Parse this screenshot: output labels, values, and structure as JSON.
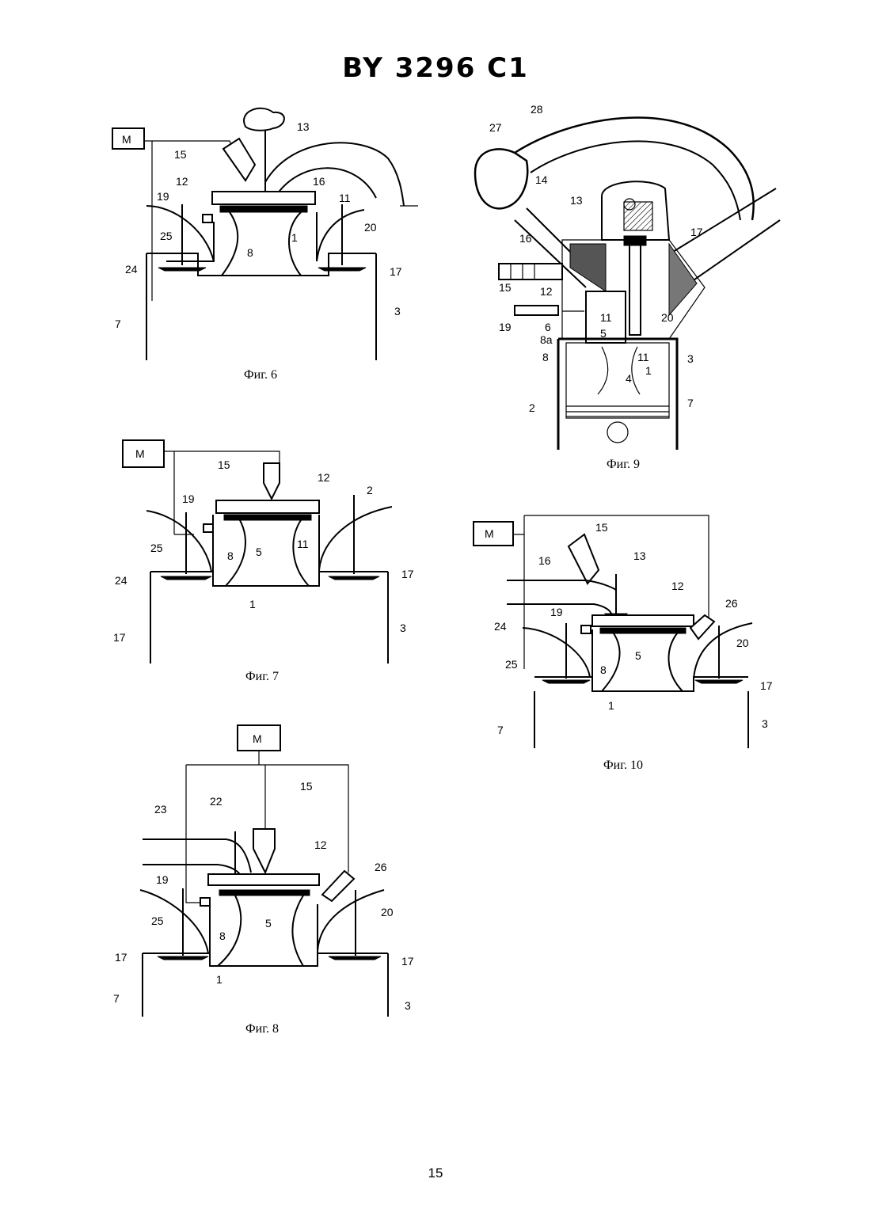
{
  "header": {
    "title": "BY 3296 C1"
  },
  "page_number": "15",
  "figures": {
    "fig6": {
      "caption": "Фиг. 6",
      "motor": "M",
      "labels": {
        "l13": "13",
        "l15": "15",
        "l16": "16",
        "l12": "12",
        "l19": "19",
        "l11": "11",
        "l25": "25",
        "l20": "20",
        "l8": "8",
        "l1": "1",
        "l24": "24",
        "l17": "17",
        "l7": "7",
        "l3": "3"
      }
    },
    "fig7": {
      "caption": "Фиг. 7",
      "motor": "M",
      "labels": {
        "l15": "15",
        "l12": "12",
        "l19": "19",
        "l2": "2",
        "l25": "25",
        "l8": "8",
        "l5": "5",
        "l11": "11",
        "l24": "24",
        "l17a": "17",
        "l1": "1",
        "l3": "3",
        "l17b": "17"
      }
    },
    "fig8": {
      "caption": "Фиг. 8",
      "motor": "M",
      "labels": {
        "l15": "15",
        "l23": "23",
        "l22": "22",
        "l12": "12",
        "l26": "26",
        "l19": "19",
        "l20": "20",
        "l25": "25",
        "l8": "8",
        "l5": "5",
        "l17a": "17",
        "l17b": "17",
        "l1": "1",
        "l7": "7",
        "l3": "3"
      }
    },
    "fig9": {
      "caption": "Фиг. 9",
      "labels": {
        "l28": "28",
        "l27": "27",
        "l14": "14",
        "l13": "13",
        "l17": "17",
        "l16": "16",
        "l15": "15",
        "l12": "12",
        "l19": "19",
        "l6": "6",
        "l11a": "11",
        "l8a": "8a",
        "l5": "5",
        "l20": "20",
        "l8": "8",
        "l11b": "11",
        "l3": "3",
        "l1": "1",
        "l4": "4",
        "l2": "2",
        "l7": "7"
      }
    },
    "fig10": {
      "caption": "Фиг. 10",
      "motor": "M",
      "labels": {
        "l15": "15",
        "l13": "13",
        "l16": "16",
        "l12": "12",
        "l26": "26",
        "l19": "19",
        "l24": "24",
        "l20": "20",
        "l25": "25",
        "l8": "8",
        "l5": "5",
        "l17": "17",
        "l1": "1",
        "l7": "7",
        "l3": "3"
      }
    }
  }
}
